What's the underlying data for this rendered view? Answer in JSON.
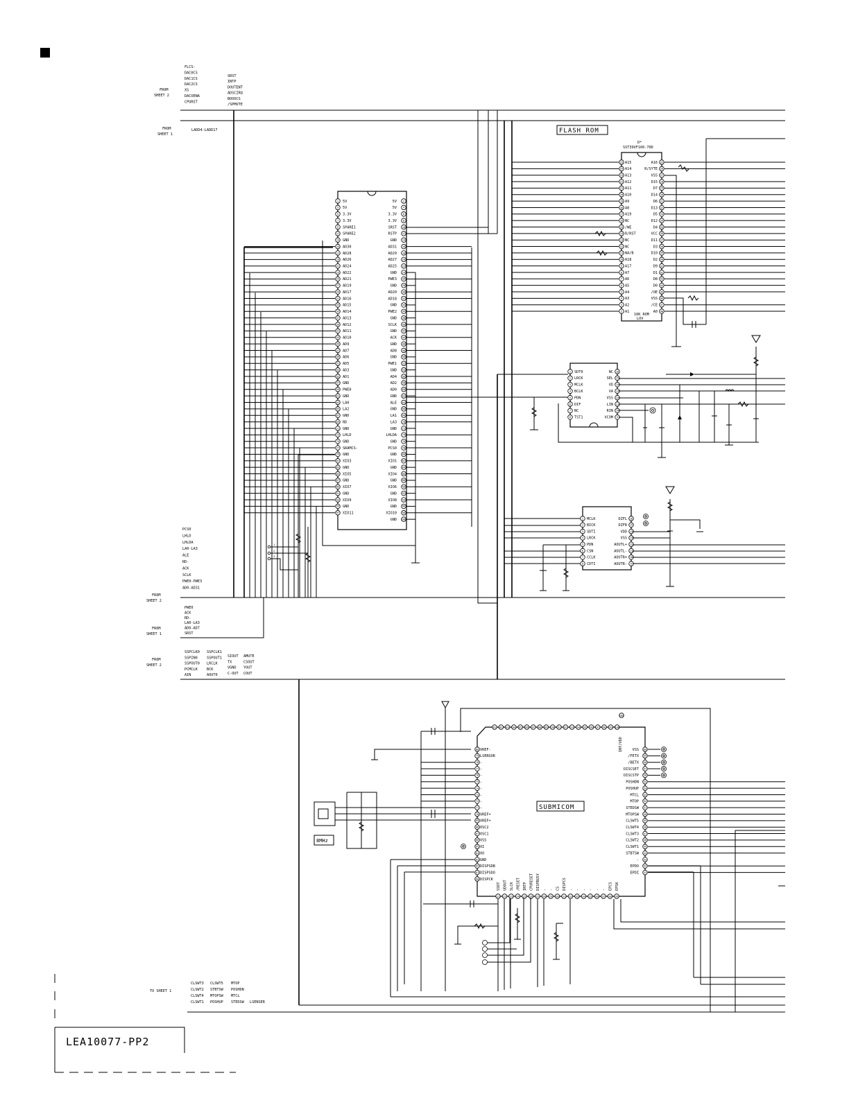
{
  "header": {
    "from_sheet2_top": [
      "FROM",
      "SHEET 2"
    ],
    "signals_top_col1": [
      "FLCS-",
      "DAC0CS",
      "DAC1CS",
      "DAC2CS",
      "XS",
      "DACOENA",
      "CPURST"
    ],
    "signals_top_col2": [
      "SRST",
      "INTP",
      "DOUTENT",
      "ADSCIRQ",
      "BOOOCS",
      "/SPMUTE"
    ],
    "from_sheet1": [
      "FROM",
      "SHEET 1"
    ],
    "la_bus": "LADD4-LADD17"
  },
  "flash_rom": {
    "title": "FLASH ROM",
    "part_ref": "D*",
    "part_no": "SST39VF160-70D",
    "footer": [
      "16K ROM",
      "LOV"
    ],
    "left_pins": [
      "A15",
      "A14",
      "A13",
      "A12",
      "A11",
      "A10",
      "A9",
      "A8",
      "A19",
      "NC",
      "/WE",
      "R/RST",
      "NC",
      "NC",
      "WA/B",
      "A18",
      "A17",
      "A7",
      "A6",
      "A5",
      "A4",
      "A3",
      "A2",
      "A1"
    ],
    "right_pins": [
      "A16",
      "R/SYTE",
      "VSS",
      "D15",
      "D7",
      "D14",
      "D6",
      "D13",
      "D5",
      "D12",
      "D4",
      "VCC",
      "D11",
      "D3",
      "D10",
      "D2",
      "D9",
      "D1",
      "D8",
      "D0",
      "/OE",
      "VSS",
      "/CE",
      "A0"
    ]
  },
  "connector": {
    "left_pins": [
      "5V",
      "5V",
      "3.3V",
      "3.3V",
      "SPARE1",
      "SPARE2",
      "GND",
      "AD30",
      "AD28",
      "AD26",
      "AD24",
      "AD22",
      "AD21",
      "AD19",
      "AD17",
      "AD16",
      "AD15",
      "AD14",
      "AD13",
      "AD12",
      "AD11",
      "AD10",
      "AD9",
      "AD7",
      "AD6",
      "AD5",
      "AD3",
      "AD1",
      "GND",
      "PWE0",
      "GND",
      "LA0",
      "LA2",
      "GND",
      "RD",
      "GND",
      "LHLD",
      "GND",
      "SRAMCS-",
      "GND",
      "XIO3",
      "GND",
      "XIO5",
      "GND",
      "XIO7",
      "GND",
      "XIO9",
      "GND",
      "XIO11"
    ],
    "right_pins": [
      "5V",
      "5V",
      "3.3V",
      "3.3V",
      "SRST",
      "RSTP",
      "GND",
      "AD31",
      "AD29",
      "AD27",
      "AD25",
      "GND",
      "PWE3",
      "GND",
      "AD20",
      "AD18",
      "GND",
      "PWE2",
      "GND",
      "SCLK",
      "GND",
      "ACK",
      "GND",
      "AD8",
      "GND",
      "PWE1",
      "GND",
      "AD4",
      "AD2",
      "AD0",
      "GND",
      "ALE",
      "GND",
      "LA1",
      "LA3",
      "GND",
      "LHLDA",
      "GND",
      "PCS0",
      "GND",
      "XIO1",
      "GND",
      "XIO4",
      "GND",
      "XIO6",
      "GND",
      "XIO8",
      "GND",
      "XIO10",
      "GND"
    ]
  },
  "dac_a": {
    "left_pins": [
      "SDT0",
      "LRCK",
      "MCLK",
      "BCLK",
      "PDN",
      "DIF",
      "NC",
      "TST1"
    ],
    "right_pins": [
      "NC",
      "SEL",
      "VD",
      "VA",
      "VSS",
      "LIN",
      "RIN",
      "VCOM"
    ]
  },
  "dac_b": {
    "left_pins": [
      "MCLK",
      "BICK",
      "SDTI",
      "LRCK",
      "PDN",
      "CSN",
      "CCLK",
      "CDTI"
    ],
    "right_pins": [
      "DZFL",
      "DZFR",
      "VDD",
      "VSS",
      "AOUTL+",
      "AOUTL-",
      "AOUTR+",
      "AOUTR-"
    ]
  },
  "switch": {
    "positions": [
      "1",
      "2",
      "3"
    ]
  },
  "mid_signals": {
    "group1": [
      "PCS0",
      "LHLD",
      "LHLDA",
      "LA0-LA3",
      "ALE",
      "RD-",
      "ACK",
      "SCLK",
      "PWE0-PWE3",
      "AD0-AD31"
    ],
    "from_sheet2": [
      "FROM",
      "SHEET 2"
    ],
    "group2": [
      "PWE0",
      "ACK",
      "RD-",
      "LA0-LA3",
      "AD0-AD7",
      "SRST"
    ],
    "from_sheet1": [
      "FROM",
      "SHEET 1"
    ]
  },
  "lower_signals": {
    "from_sheet2": [
      "FROM",
      "SHEET 2"
    ],
    "col1": [
      "SSPCLK0",
      "SSPIN0",
      "SSPOUT0",
      "PCMCLK",
      "AIN"
    ],
    "col2": [
      "SSPCLK1",
      "SSPOUT1",
      "LRCLK",
      "BCK",
      "AOUT0"
    ],
    "col3": [
      "SIOUT",
      "TX",
      "VGND",
      "C-OUT"
    ],
    "col4": [
      "AMUTE",
      "CSOUT",
      "YOUT",
      "COUT"
    ]
  },
  "submicom": {
    "title": "SUBMICOM",
    "left_pins": [
      "VREF-",
      "LSENSOR",
      "-",
      "-",
      "-",
      "-",
      "-",
      "-",
      "-",
      "-",
      "VREF+",
      "VREF+",
      "OSC2",
      "OSC1",
      "VSS",
      "XI",
      "XO",
      "GND",
      "DISPSDB",
      "DISPSDO",
      "DISPCK"
    ],
    "right_pins": [
      "VSS",
      "/FETX",
      "/BETX",
      "DISCSET",
      "DISCSTP",
      "POSHDN",
      "POSHUP",
      "MTCL",
      "MTOP",
      "STEDSW",
      "MTOPSW",
      "CLSWT5",
      "CLSWT4",
      "CLSWT3",
      "CLSWT2",
      "CLSWT1",
      "STBTSW",
      "-",
      "EPDO",
      "EPDI"
    ],
    "bottom_pins": [
      "SSDT",
      "UDOUT",
      "SLCK",
      "/RESET",
      "INTP",
      "CPURESET",
      "DISPBUSY",
      "-",
      "-",
      "CS",
      "DISPCS",
      "-",
      "-",
      "-",
      "-",
      "-",
      "-",
      "EPCS",
      "EPSK"
    ],
    "top_pin": "INT/VDD",
    "crystal": "8MHz"
  },
  "to_sheet1": {
    "label": "TO SHEET 1",
    "col1": [
      "CLSWT3",
      "CLSWT2",
      "CLSWT4",
      "CLSWT1"
    ],
    "col2": [
      "CLSWT5",
      "STBTSW",
      "MTOPSW",
      "POSHUP"
    ],
    "col3": [
      "MTOP",
      "POSHDN",
      "MTCL",
      "STEDSW"
    ],
    "col4": [
      "LSENSER"
    ]
  },
  "drawing_code": "LEA10077-PP2"
}
